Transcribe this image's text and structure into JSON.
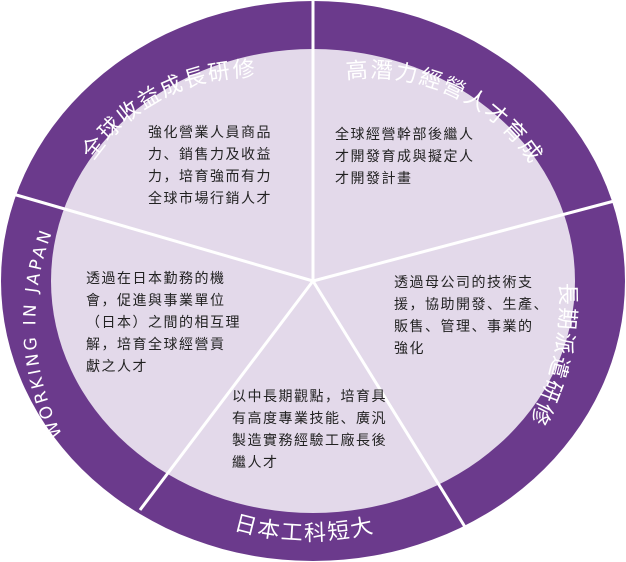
{
  "colors": {
    "ring": "#6b3a8c",
    "disc": "#e3d9ea",
    "divider": "#ffffff"
  },
  "segments": [
    {
      "title": "全球收益成長研修",
      "description": "強化營業人員商品\n力、銷售力及收益\n力，培育強而有力\n全球市場行銷人才"
    },
    {
      "title": "高潛力經營人才育成",
      "description": "全球經營幹部後繼人\n才開發育成與擬定人\n才開發計畫"
    },
    {
      "title": "長期派遣研修",
      "description": "透過母公司的技術支\n援，協助開發、生產、\n販售、管理、事業的\n強化"
    },
    {
      "title": "日本工科短大",
      "description": "以中長期觀點，培育具\n有高度專業技能、廣汎\n製造實務經驗工廠長後\n繼人才"
    },
    {
      "title": "WORKING IN JAPAN",
      "description": "透過在日本勤務的機\n會，促進與事業單位\n（日本）之間的相互理\n解，培育全球經營貢\n獻之人才"
    }
  ]
}
